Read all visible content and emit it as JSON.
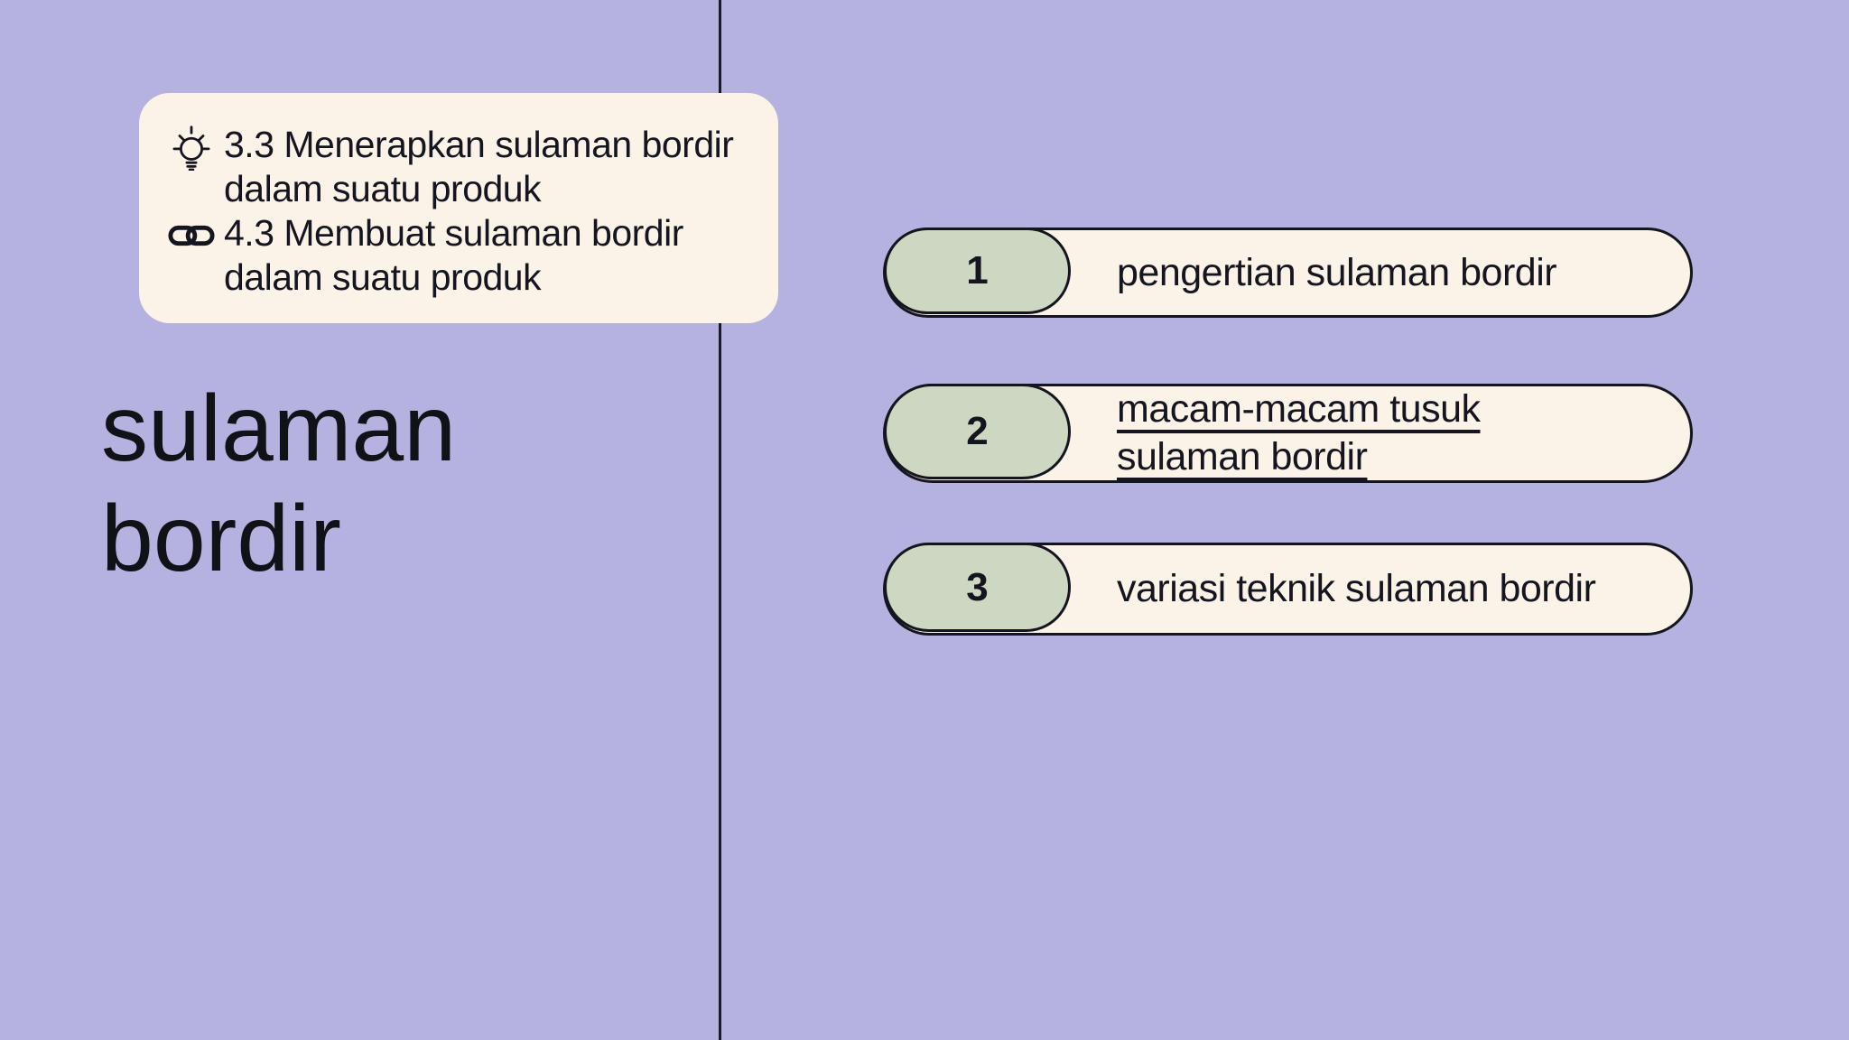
{
  "slide": {
    "background_color": "#b5b2df",
    "divider_color": "#1a1a2c",
    "ink_color": "#15151f",
    "card_color": "#fbf2e8",
    "capsule_color": "#ced7c1",
    "title": "sulaman\nbordir",
    "competency_card": {
      "items": [
        {
          "icon": "lightbulb-icon",
          "text": "3.3 Menerapkan sulaman bordir dalam suatu produk"
        },
        {
          "icon": "chain-link-icon",
          "text": "4.3 Membuat sulaman bordir dalam suatu produk"
        }
      ]
    },
    "agenda": {
      "items": [
        {
          "number": "1",
          "label": "pengertian sulaman bordir",
          "underlined": false
        },
        {
          "number": "2",
          "label": "macam-macam tusuk\nsulaman bordir",
          "underlined": true
        },
        {
          "number": "3",
          "label": "variasi teknik sulaman bordir",
          "underlined": false
        }
      ]
    }
  }
}
